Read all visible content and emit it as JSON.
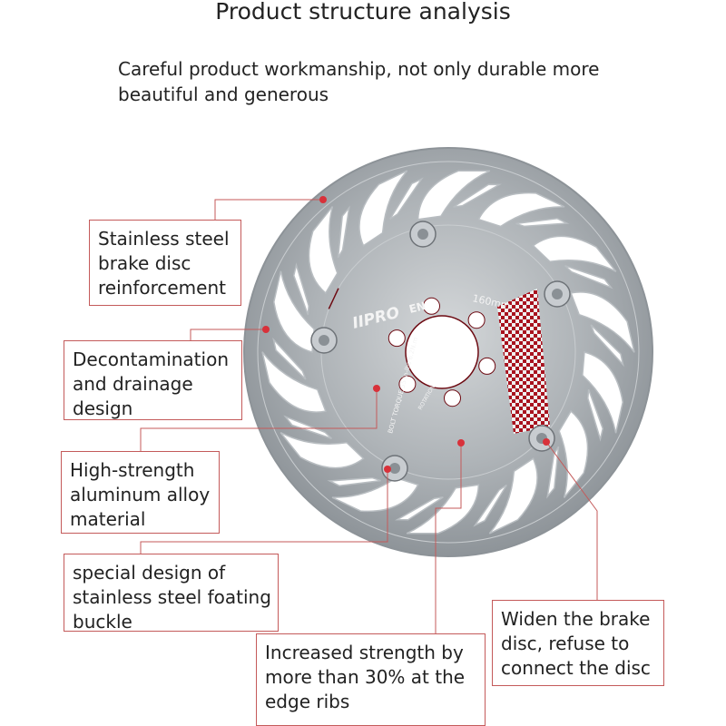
{
  "title": "Product structure analysis",
  "subtitle": {
    "line1": "Careful product workmanship, not only durable more",
    "line2": "beautiful and generous"
  },
  "product": {
    "brand": "IIPRO",
    "brand_suffix": "EN",
    "size": "160mm",
    "torque": "BOLT TORQUE 55 in-lbs 6.2N.m",
    "rotation": "ROTATION"
  },
  "callouts": {
    "reinforcement": [
      "Stainless steel",
      "brake disc",
      "reinforcement"
    ],
    "drainage": [
      "Decontamination",
      "and drainage",
      "design"
    ],
    "aluminum": [
      "High-strength",
      "aluminum alloy",
      "material"
    ],
    "buckle": [
      "special design of",
      "stainless steel foating",
      "buckle"
    ],
    "ribs": [
      "Increased strength by",
      "more than 30% at the",
      "edge ribs"
    ],
    "widen": [
      "Widen the brake",
      "disc, refuse to",
      "connect the disc"
    ]
  },
  "colors": {
    "accent_line": "#c45a5a",
    "spider_red": "#a8121e",
    "disc_steel": "#9ea4a9",
    "marker": "#d8313a"
  }
}
